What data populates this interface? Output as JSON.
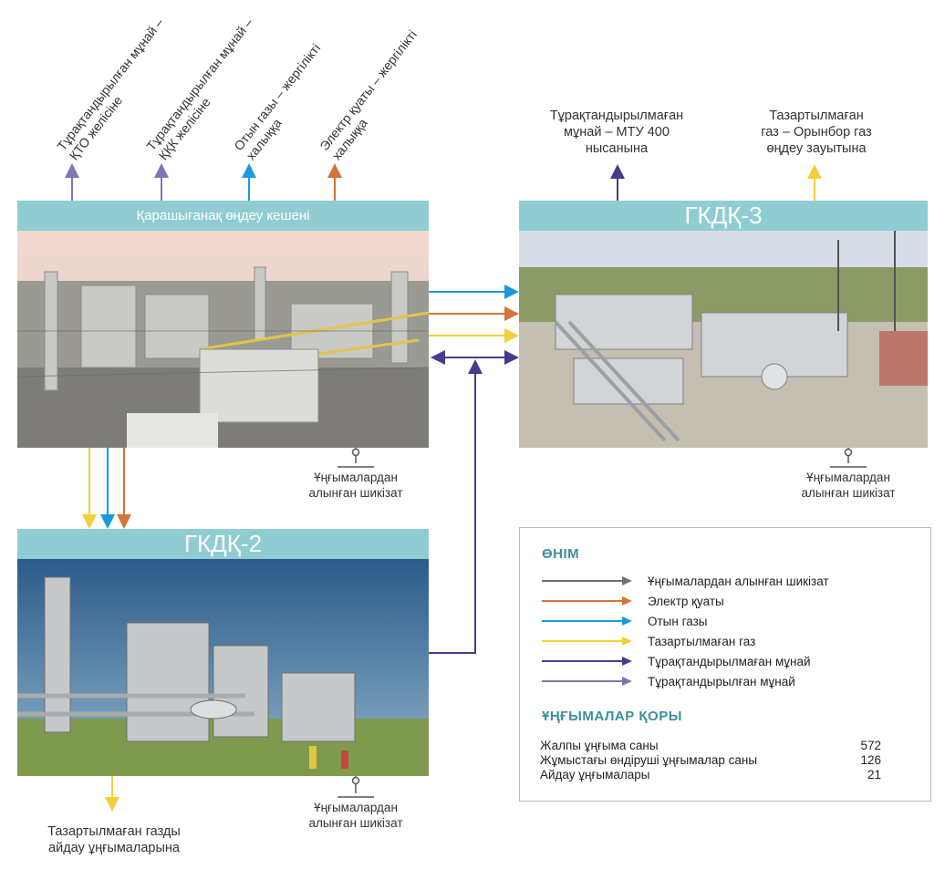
{
  "colors": {
    "header_bar": "#8fcdd3",
    "raw_feed": "#6f6f6f",
    "electricity": "#d4733a",
    "fuel_gas": "#1a9bd7",
    "raw_gas": "#f2cf3c",
    "unstable_oil": "#4a3a8c",
    "stable_oil": "#7d77b5",
    "legend_title": "#3e8f98"
  },
  "kpc": {
    "title": "Қарашығанақ өңдеу кешені",
    "outputs": [
      {
        "text": "Тұрақтандырылған мұнай –\nҚТО желісіне",
        "color": "stable_oil"
      },
      {
        "text": "Тұрақтандырылған мұнай –\nҚҚК желісіне",
        "color": "stable_oil"
      },
      {
        "text": "Отын газы – жергілікті\nхалыққа",
        "color": "fuel_gas"
      },
      {
        "text": "Электр қуаты – жергілікті\nхалыққа",
        "color": "electricity"
      }
    ],
    "source_label": "Ұңғымалардан\nалынған шикізат"
  },
  "ukpg3": {
    "title": "ГКДҚ-3",
    "outputs": [
      {
        "text": "Тұрақтандырылмаған\nмұнай – МТУ 400\nнысанына",
        "color": "unstable_oil"
      },
      {
        "text": "Тазартылмаған\nгаз – Орынбор газ\nөңдеу зауытына",
        "color": "raw_gas"
      }
    ],
    "source_label": "Ұңғымалардан\nалынған шикізат"
  },
  "ukpg2": {
    "title": "ГКДҚ-2",
    "output": {
      "text": "Тазартылмаған газды\nайдау ұңғымаларына",
      "color": "raw_gas"
    },
    "source_label": "Ұңғымалардан\nалынған шикізат"
  },
  "legend": {
    "title": "ӨНІМ",
    "items": [
      {
        "label": "Ұңғымалардан алынған шикізат",
        "color": "#6f6f6f"
      },
      {
        "label": "Электр қуаты",
        "color": "#d4733a"
      },
      {
        "label": "Отын газы",
        "color": "#1a9bd7"
      },
      {
        "label": "Тазартылмаған газ",
        "color": "#f2cf3c"
      },
      {
        "label": "Тұрақтандырылмаған мұнай",
        "color": "#4a3a8c"
      },
      {
        "label": "Тұрақтандырылған мұнай",
        "color": "#7d77b5"
      }
    ]
  },
  "wells": {
    "title": "ҰҢҒЫМАЛАР ҚОРЫ",
    "rows": [
      {
        "label": "Жалпы ұңғыма саны",
        "value": "572"
      },
      {
        "label": "Жұмыстағы өндіруші ұңғымалар саны",
        "value": "126"
      },
      {
        "label": "Айдау ұңғымалары",
        "value": "21"
      }
    ]
  }
}
